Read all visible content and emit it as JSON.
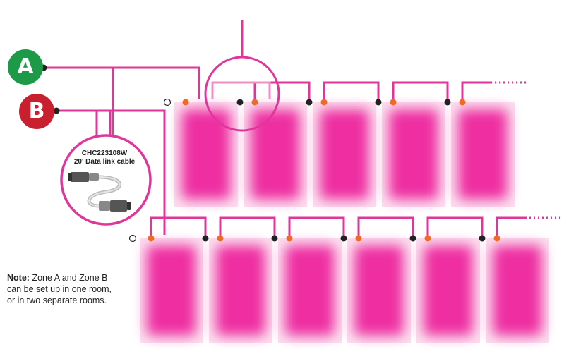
{
  "zones": [
    {
      "letter": "A",
      "color": "#1c9a48"
    },
    {
      "letter": "B",
      "color": "#c8202f"
    }
  ],
  "cable": {
    "part_number": "CHC223108W",
    "description": "20' Data link cable"
  },
  "note": {
    "label": "Note:",
    "lines": [
      "Zone A and Zone B",
      "can be set up in one room,",
      "or in two separate rooms."
    ]
  },
  "colors": {
    "wire": "#e0359a",
    "panel": "#ee2fa1",
    "connector_out": "#f26a21",
    "connector_in": "#222222",
    "callout_ring": "#e0359a"
  },
  "rows": [
    {
      "zone": "A",
      "panel_count": 5,
      "continues": true
    },
    {
      "zone": "B",
      "panel_count": 6,
      "continues": true
    }
  ]
}
